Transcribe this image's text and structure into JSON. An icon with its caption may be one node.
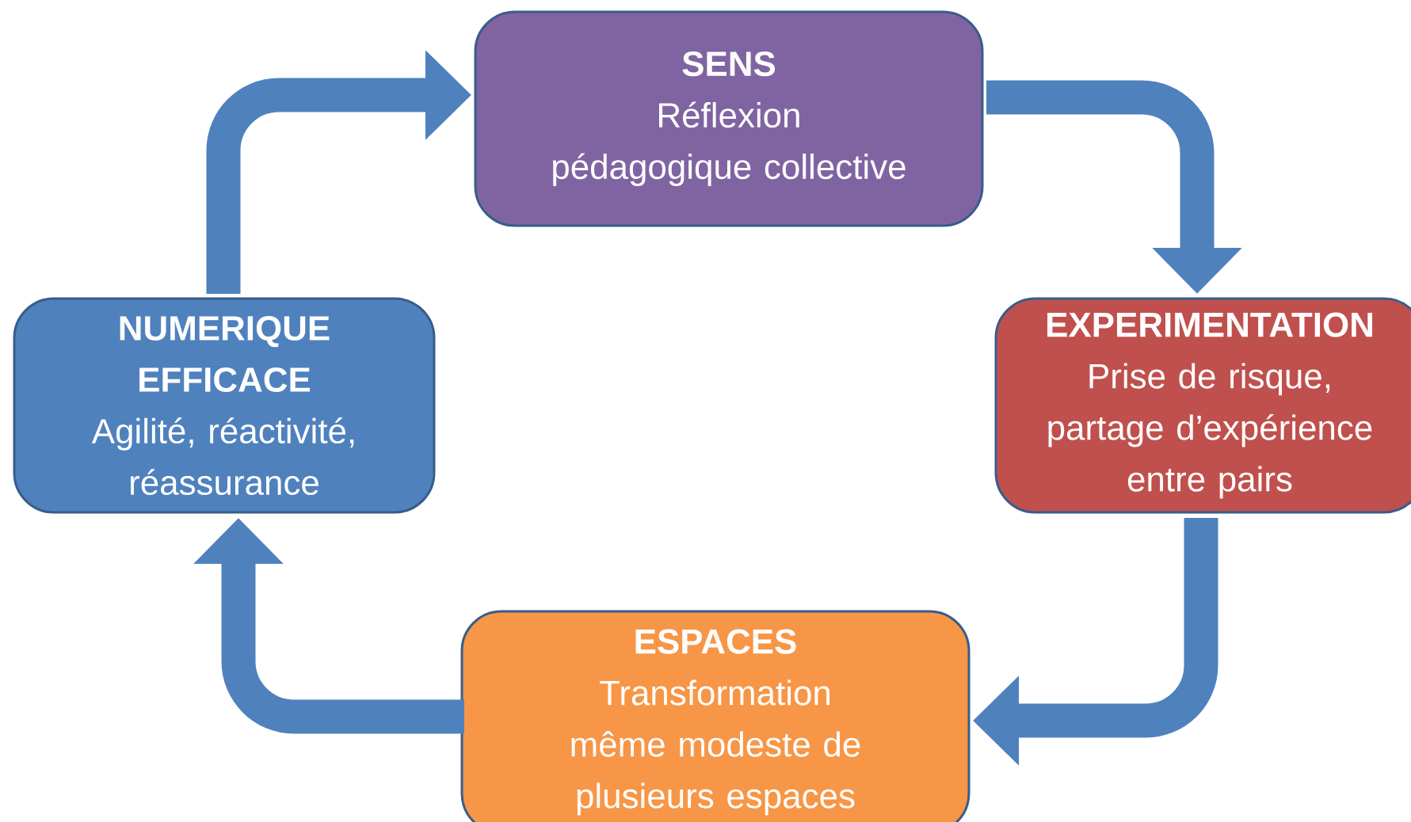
{
  "diagram": {
    "nodes": [
      {
        "text": [
          "SENS",
          "Réflexion pédagogique collective"
        ]
      },
      {
        "text": [
          "EXPERIMENTATION",
          "Prise de risque, partage d’expérience entre pairs"
        ]
      },
      {
        "text": [
          "ESPACES",
          "Transformation même modeste de plusieurs espaces"
        ]
      },
      {
        "text": [
          "NUMERIQUE EFFICACE",
          "Agilité, réactivité, réassurance"
        ]
      }
    ],
    "edges": [
      {
        "from": 0,
        "to": 1,
        "arrow": "to"
      },
      {
        "from": 1,
        "to": 2,
        "arrow": "to"
      },
      {
        "from": 2,
        "to": 3,
        "arrow": "to"
      },
      {
        "from": 3,
        "to": 0,
        "arrow": "to"
      }
    ]
  }
}
